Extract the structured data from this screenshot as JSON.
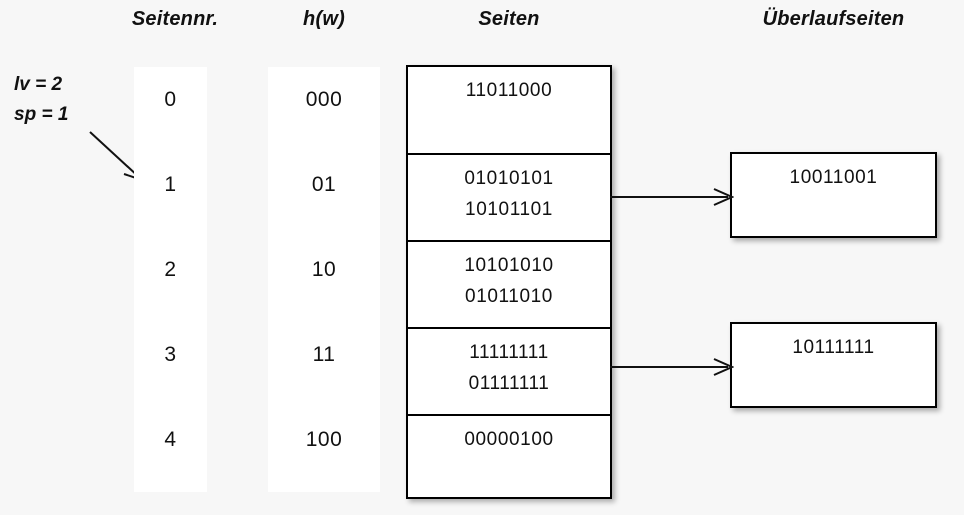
{
  "headers": {
    "seitennr": "Seitennr.",
    "hw": "h(w)",
    "seiten": "Seiten",
    "ueberlaufseiten": "Überlaufseiten"
  },
  "params": {
    "lv": "lv = 2",
    "sp": "sp = 1"
  },
  "colors": {
    "background": "#f7f7f7",
    "strip": "#ffffff",
    "border": "#000000",
    "text": "#111111"
  },
  "rows": [
    {
      "seitennr": "0",
      "hw": "000",
      "records": [
        "11011000"
      ],
      "overflow": null
    },
    {
      "seitennr": "1",
      "hw": "01",
      "records": [
        "01010101",
        "10101101"
      ],
      "overflow": "10011001"
    },
    {
      "seitennr": "2",
      "hw": "10",
      "records": [
        "10101010",
        "01011010"
      ],
      "overflow": null
    },
    {
      "seitennr": "3",
      "hw": "11",
      "records": [
        "11111111",
        "01111111"
      ],
      "overflow": "10111111"
    },
    {
      "seitennr": "4",
      "hw": "100",
      "records": [
        "00000100"
      ],
      "overflow": null
    }
  ],
  "overflow_pages": [
    {
      "value": "10011001",
      "from_row": 1
    },
    {
      "value": "10111111",
      "from_row": 3
    }
  ]
}
